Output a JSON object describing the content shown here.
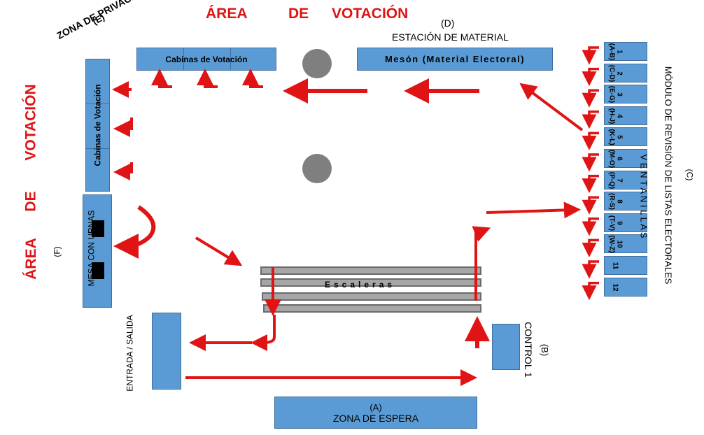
{
  "title": {
    "area_word": "ÁREA",
    "de_word": "DE",
    "votacion_word": "VOTACIÓN"
  },
  "left_title": {
    "area_word": "ÁREA",
    "de_word": "DE",
    "votacion_word": "VOTACIÓN"
  },
  "privacy_zone": {
    "letter": "(E)",
    "label": "ZONA DE PRIVACIDAD"
  },
  "booths_top_label": "Cabinas de Votación",
  "booths_left_label": "Cabinas de Votación",
  "material_station": {
    "letter": "(D)",
    "label": "ESTACIÓN DE MATERIAL",
    "table_label": "Mesón (Material Electoral)"
  },
  "stairs_label": "Escaleras",
  "ballot_table": {
    "letter": "(F)",
    "label": "MESA CON URNAS"
  },
  "entrance_label": "ENTRADA / SALIDA",
  "waiting_zone": {
    "letter": "(A)",
    "label": "ZONA DE ESPERA"
  },
  "control": {
    "letter": "(B)",
    "label": "CONTROL 1"
  },
  "review_module": {
    "letter": "(C)",
    "label": "MÓDULO DE REVISIÓN DE LISTAS ELECTORALES",
    "windows_word": "V E N T A N I L L A S"
  },
  "windows": [
    {
      "num": "1",
      "range": "(A-B)"
    },
    {
      "num": "2",
      "range": "(C-D)"
    },
    {
      "num": "3",
      "range": "(E-G)"
    },
    {
      "num": "4",
      "range": "(H-J)"
    },
    {
      "num": "5",
      "range": "(K-L)"
    },
    {
      "num": "6",
      "range": "(M-O)"
    },
    {
      "num": "7",
      "range": "(P-Q)"
    },
    {
      "num": "8",
      "range": "(R-S)"
    },
    {
      "num": "9",
      "range": "(T-V)"
    },
    {
      "num": "10",
      "range": "(W-Z)"
    },
    {
      "num": "11",
      "range": ""
    },
    {
      "num": "12",
      "range": ""
    }
  ],
  "colors": {
    "box_fill": "#5b9bd5",
    "arrow": "#e01414",
    "stairs": "#a6a6a6",
    "pillar": "#7f7f7f"
  }
}
